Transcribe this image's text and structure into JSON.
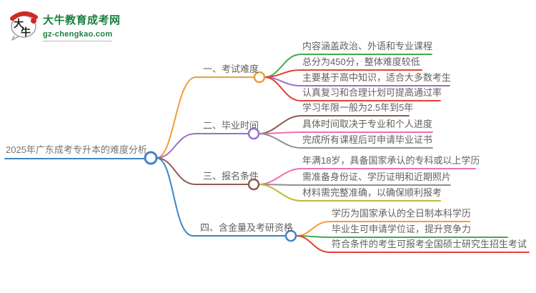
{
  "logo": {
    "title": "大牛教育成考网",
    "domain": "gz-chengkao.com",
    "icon_char_1": "大",
    "icon_char_2": "牛",
    "brand_green": "#1b7e3f",
    "seal_red": "#cf2a27"
  },
  "root": {
    "label": "2025年广东成考专升本的难度分析",
    "color": "#3d85c6"
  },
  "branches": [
    {
      "label": "一、考试难度",
      "color": "#f39b3c",
      "items": [
        {
          "text": "内容涵盖政治、外语和专业课程",
          "color": "#44a94d"
        },
        {
          "text": "总分为450分，整体难度较低",
          "color": "#e5403a"
        },
        {
          "text": "主要基于高中知识，适合大多数考生",
          "color": "#9b6fc8"
        },
        {
          "text": "认真复习和合理计划可提高通过率",
          "color": "#e5403a"
        }
      ]
    },
    {
      "label": "二、毕业时间",
      "color": "#9b6fc8",
      "items": [
        {
          "text": "学习年限一般为2.5年到5年",
          "color": "#8e5c51"
        },
        {
          "text": "具体时间取决于专业和个人进度",
          "color": "#ef6fb7"
        },
        {
          "text": "完成所有课程后可申请毕业证书",
          "color": "#8f8f8f"
        }
      ]
    },
    {
      "label": "三、报名条件",
      "color": "#8e5c51",
      "items": [
        {
          "text": "年满18岁，具备国家承认的专科或以上学历",
          "color": "#ef6fb7"
        },
        {
          "text": "需准备身份证、学历证明和近期照片",
          "color": "#8f8f8f"
        },
        {
          "text": "材料需完整准确，以确保顺利报考",
          "color": "#bcb937"
        }
      ]
    },
    {
      "label": "四、含金量及考研资格",
      "color": "#3d85c6",
      "items": [
        {
          "text": "学历为国家承认的全日制本科学历",
          "color": "#f39b3c"
        },
        {
          "text": "毕业生可申请学位证，提升竞争力",
          "color": "#44a94d"
        },
        {
          "text": "符合条件的考生可报考全国硕士研究生招生考试",
          "color": "#e5403a"
        }
      ]
    }
  ]
}
